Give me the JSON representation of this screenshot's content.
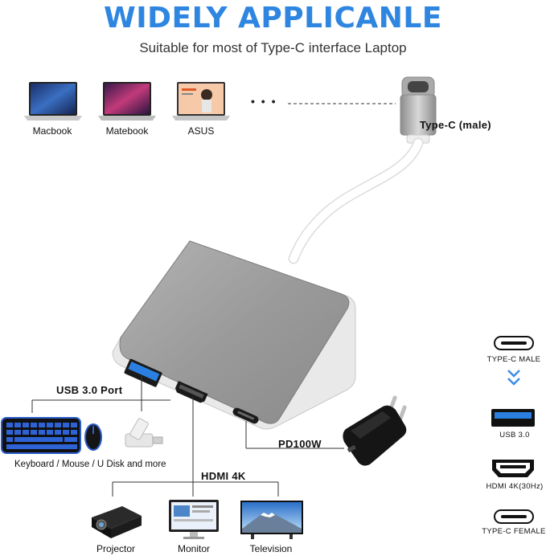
{
  "header": {
    "title": "WIDELY APPLICANLE",
    "subtitle": "Suitable for most of Type-C interface Laptop"
  },
  "laptops": [
    {
      "label": "Macbook"
    },
    {
      "label": "Matebook"
    },
    {
      "label": "ASUS"
    }
  ],
  "more_dots": "• • •",
  "connector_label": "Type-C (male)",
  "ports": {
    "usb": "USB 3.0 Port",
    "hdmi": "HDMI 4K",
    "pd": "PD100W"
  },
  "usb_devices_label": "Keyboard / Mouse / U Disk and more",
  "displays": [
    {
      "label": "Projector"
    },
    {
      "label": "Monitor"
    },
    {
      "label": "Television"
    }
  ],
  "legend": [
    {
      "label": "TYPE-C MALE",
      "icon": "type-c-icon"
    },
    {
      "label": "USB 3.0",
      "icon": "usb-a-icon"
    },
    {
      "label": "HDMI 4K(30Hz)",
      "icon": "hdmi-icon"
    },
    {
      "label": "TYPE-C FEMALE",
      "icon": "type-c-icon"
    }
  ],
  "colors": {
    "title_blue": "#2f86e0",
    "usb_blue": "#2b7fe0",
    "hub_gray": "#9a9a9a"
  }
}
